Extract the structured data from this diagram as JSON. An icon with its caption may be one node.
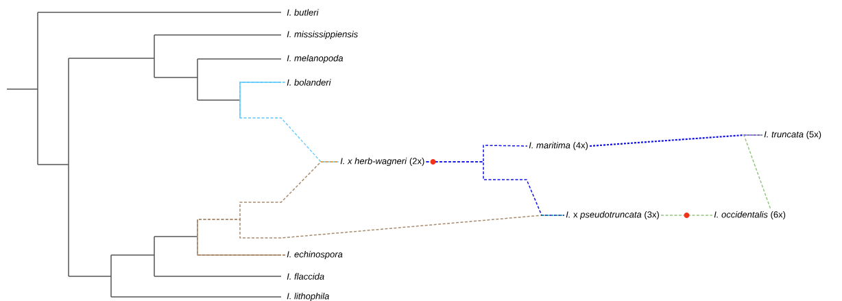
{
  "diagram": {
    "nodes": [
      {
        "text": [
          "I. butleri"
        ]
      },
      {
        "text": [
          "I. mississippiensis"
        ]
      },
      {
        "text": [
          "I. melanopoda"
        ]
      },
      {
        "text": [
          "I. bolanderi"
        ]
      },
      {
        "text": [
          "*I. x herb-wagneri* (2x)"
        ]
      },
      {
        "text": [
          "*I. maritima* (4x)"
        ]
      },
      {
        "text": [
          "*I. truncata* (5x)"
        ]
      },
      {
        "text": [
          "*I.* x *pseudotruncata* (3x)"
        ]
      },
      {
        "text": [
          "*I. occidentalis* (6x)"
        ]
      },
      {
        "text": [
          "I. echinospora"
        ]
      },
      {
        "text": [
          "I. flaccida"
        ]
      },
      {
        "text": [
          "I. lithophila"
        ]
      }
    ],
    "edges": [
      {
        "from": 3,
        "to": 4,
        "arrow": "none",
        "style": "dashed",
        "color": "#5ac8fa"
      },
      {
        "from": 9,
        "to": 4,
        "arrow": "none",
        "style": "dashed",
        "color": "#a88a6e"
      },
      {
        "from": 9,
        "to": 7,
        "arrow": "none",
        "style": "dashed",
        "color": "#a88a6e"
      },
      {
        "from": 4,
        "to": 5,
        "arrow": "none",
        "style": "dashed",
        "color": "#1010e6"
      },
      {
        "from": 4,
        "to": 7,
        "arrow": "none",
        "style": "dashed",
        "color": "#1010e6"
      },
      {
        "from": 5,
        "to": 6,
        "arrow": "none",
        "style": "dashed",
        "color": "#1010e6"
      },
      {
        "from": 7,
        "to": 8,
        "arrow": "none",
        "style": "dashed",
        "color": "#93c47d"
      },
      {
        "from": 6,
        "to": 8,
        "arrow": "none",
        "style": "dashed",
        "color": "#93c47d"
      }
    ]
  }
}
